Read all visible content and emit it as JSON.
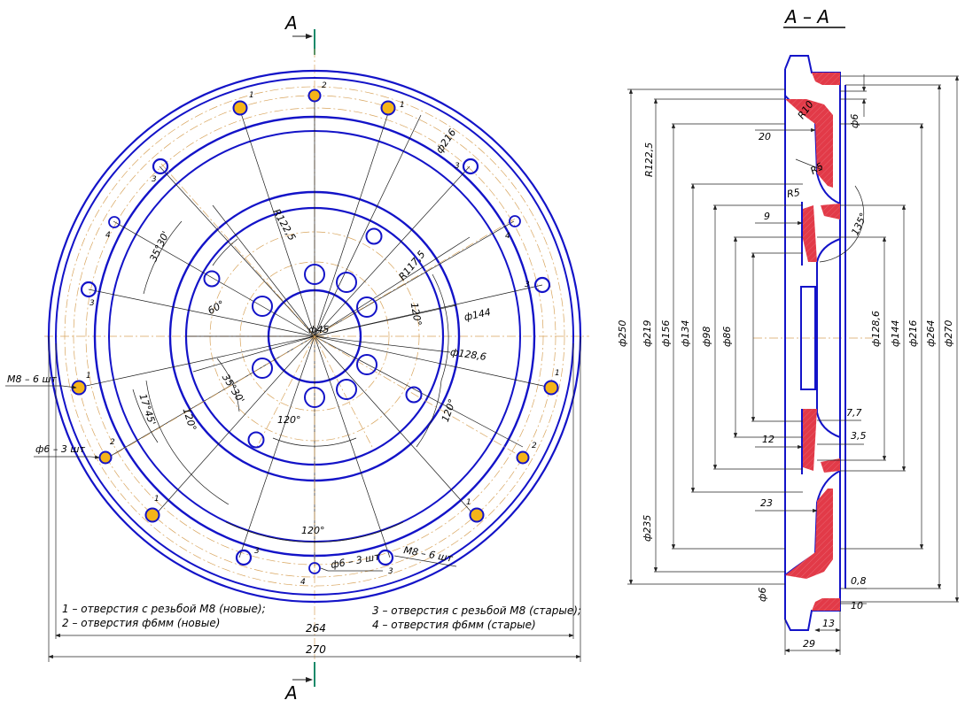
{
  "section_marks": {
    "top_letter": "A",
    "bottom_letter": "A",
    "section_title": "А – А"
  },
  "front_view": {
    "radial_labels": {
      "r1225": "R122,5",
      "r1175": "R117,5",
      "d216": "ф216",
      "d144": "ф144",
      "d1286": "ф128,6",
      "d45": "ф45"
    },
    "angle_labels": {
      "a3530_top": "35°30'",
      "a60": "60°",
      "a120_right": "120°",
      "a3530_mid": "35°30'",
      "a1745": "17°45'",
      "a120_left": "120°",
      "a120_inner": "120°",
      "a120_right2": "120°",
      "a120_bottom": "120°"
    },
    "callouts": {
      "m8_left": "М8 – 6 шт",
      "d6_left": "ф6 – 3 шт",
      "d6_bottom": "ф6 – 3 шт",
      "m8_bottom": "М8 – 6 шт"
    },
    "hole_numbers": [
      "1",
      "2",
      "1",
      "3",
      "3",
      "4",
      "4",
      "3",
      "3",
      "1",
      "1",
      "2",
      "2",
      "1",
      "1",
      "3",
      "3",
      "4"
    ],
    "legend": {
      "line1": "1 – отверстия с резьбой М8 (новые);",
      "line2": "2 – отверстия ф6мм (новые)",
      "line3": "3 – отверстия с резьбой М8 (старые);",
      "line4": "4 – отверстия ф6мм (старые)"
    },
    "overall_dims": {
      "d264": "264",
      "d270": "270"
    }
  },
  "section_view": {
    "left_dims": [
      "ф250",
      "ф219",
      "ф156",
      "ф134",
      "ф98",
      "ф86",
      "ф235",
      "ф6"
    ],
    "right_dims": [
      "ф128,6",
      "ф144",
      "ф216",
      "ф264",
      "ф270",
      "ф6"
    ],
    "labels": {
      "r1225": "R122,5",
      "r10": "R10",
      "r5a": "R5",
      "r5b": "R5",
      "d20": "20",
      "d9": "9",
      "a135": "135°",
      "d77": "7,7",
      "d35": "3,5",
      "d12": "12",
      "d23": "23",
      "d08": "0,8",
      "d10": "10",
      "d13": "13",
      "d29": "29"
    }
  },
  "colors": {
    "outline": "#1313c8",
    "hatch": "#e23a48",
    "new_hole_fill": "#f5b418",
    "axis": "#d8a45c",
    "section_mark": "#1a8a6a"
  }
}
